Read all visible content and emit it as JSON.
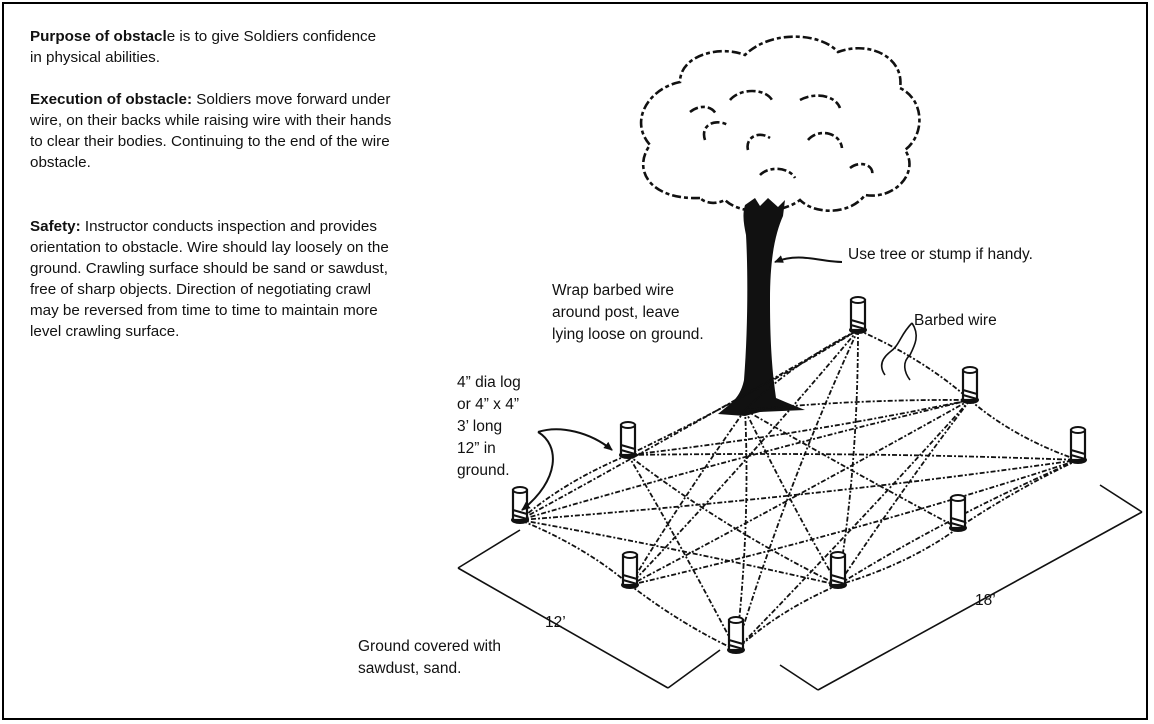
{
  "purpose": {
    "heading": "Purpose of obstacl",
    "heading_rest": "e is to give Soldiers confidence",
    "line2": "in physical abilities."
  },
  "execution": {
    "heading": "Execution of obstacle:",
    "line1_rest": "  Soldiers move forward under",
    "line2": "wire, on their backs while raising wire with their hands",
    "line3": "to clear their bodies.  Continuing to the end of the wire",
    "line4": "obstacle."
  },
  "safety": {
    "heading": "Safety:",
    "line1_rest": "  Instructor conducts inspection and provides",
    "line2": "orientation to obstacle.  Wire should lay loosely on the",
    "line3": "ground.  Crawling surface should be sand or sawdust,",
    "line4": "free of sharp objects.  Direction of negotiating crawl",
    "line5": "may be reversed from time to time to maintain more",
    "line6": "level crawling surface."
  },
  "labels": {
    "tree": "Use tree or stump if handy.",
    "wrap_1": "Wrap barbed wire",
    "wrap_2": "around post, leave",
    "wrap_3": "lying loose on ground.",
    "barbed": "Barbed wire",
    "post_1": "4” dia log",
    "post_2": "or 4” x 4”",
    "post_3": "3’ long",
    "post_4": "12” in",
    "post_5": "ground.",
    "dim_width": "12’",
    "dim_length": "18’",
    "ground_1": "Ground covered with",
    "ground_2": "sawdust, sand."
  },
  "colors": {
    "ink": "#111111",
    "frame": "#000000"
  }
}
